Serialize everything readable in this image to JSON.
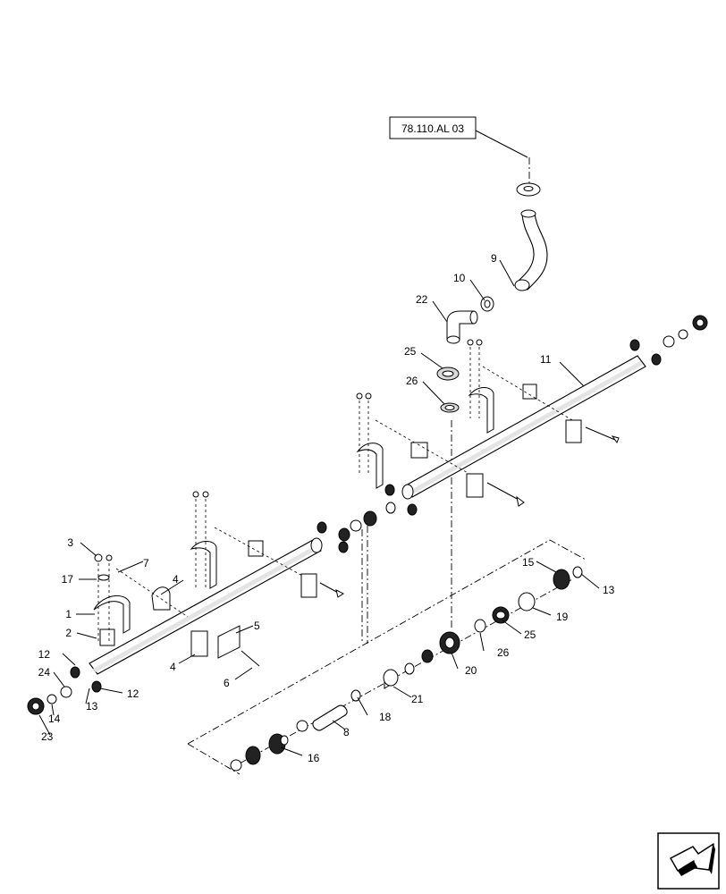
{
  "reference_box": {
    "label": "78.110.AL 03"
  },
  "callouts": [
    {
      "id": "c1",
      "text": "1"
    },
    {
      "id": "c2",
      "text": "2"
    },
    {
      "id": "c3",
      "text": "3"
    },
    {
      "id": "c4a",
      "text": "4"
    },
    {
      "id": "c4b",
      "text": "4"
    },
    {
      "id": "c5",
      "text": "5"
    },
    {
      "id": "c6",
      "text": "6"
    },
    {
      "id": "c7",
      "text": "7"
    },
    {
      "id": "c8",
      "text": "8"
    },
    {
      "id": "c9",
      "text": "9"
    },
    {
      "id": "c10",
      "text": "10"
    },
    {
      "id": "c11",
      "text": "11"
    },
    {
      "id": "c12a",
      "text": "12"
    },
    {
      "id": "c12b",
      "text": "12"
    },
    {
      "id": "c13a",
      "text": "13"
    },
    {
      "id": "c13b",
      "text": "13"
    },
    {
      "id": "c13c",
      "text": "13"
    },
    {
      "id": "c14",
      "text": "14"
    },
    {
      "id": "c15",
      "text": "15"
    },
    {
      "id": "c16",
      "text": "16"
    },
    {
      "id": "c17",
      "text": "17"
    },
    {
      "id": "c18",
      "text": "18"
    },
    {
      "id": "c19",
      "text": "19"
    },
    {
      "id": "c20",
      "text": "20"
    },
    {
      "id": "c21",
      "text": "21"
    },
    {
      "id": "c22",
      "text": "22"
    },
    {
      "id": "c23",
      "text": "23"
    },
    {
      "id": "c24",
      "text": "24"
    },
    {
      "id": "c25a",
      "text": "25"
    },
    {
      "id": "c25b",
      "text": "25"
    },
    {
      "id": "c26a",
      "text": "26"
    },
    {
      "id": "c26b",
      "text": "26"
    }
  ],
  "nav": {
    "icon": "next-page-arrow-icon"
  }
}
